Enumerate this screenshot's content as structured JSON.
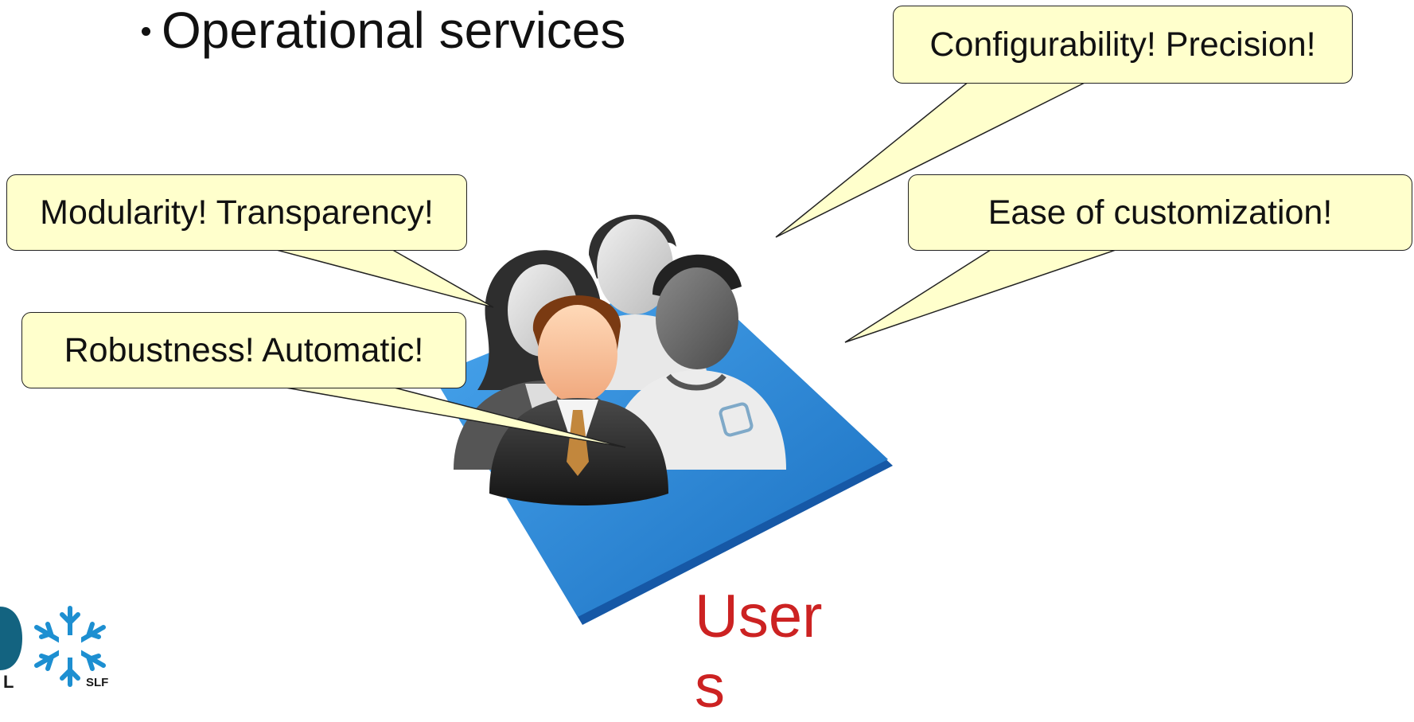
{
  "slide": {
    "bullet": "Operational services",
    "callouts": {
      "configurability": "Configurability! Precision!",
      "modularity": "Modularity! Transparency!",
      "ease": "Ease of customization!",
      "robustness": "Robustness! Automatic!"
    },
    "users_label_line1": "User",
    "users_label_line2": "s",
    "logo_text": "SLF"
  },
  "colors": {
    "callout_fill": "#ffffcc",
    "users_label": "#cc2222",
    "platform_blue": "#2a8bdc",
    "logo_blue": "#1d8fd1"
  },
  "icons": [
    "users-group-icon",
    "wsl-logo-icon",
    "slf-snowflake-logo-icon"
  ]
}
